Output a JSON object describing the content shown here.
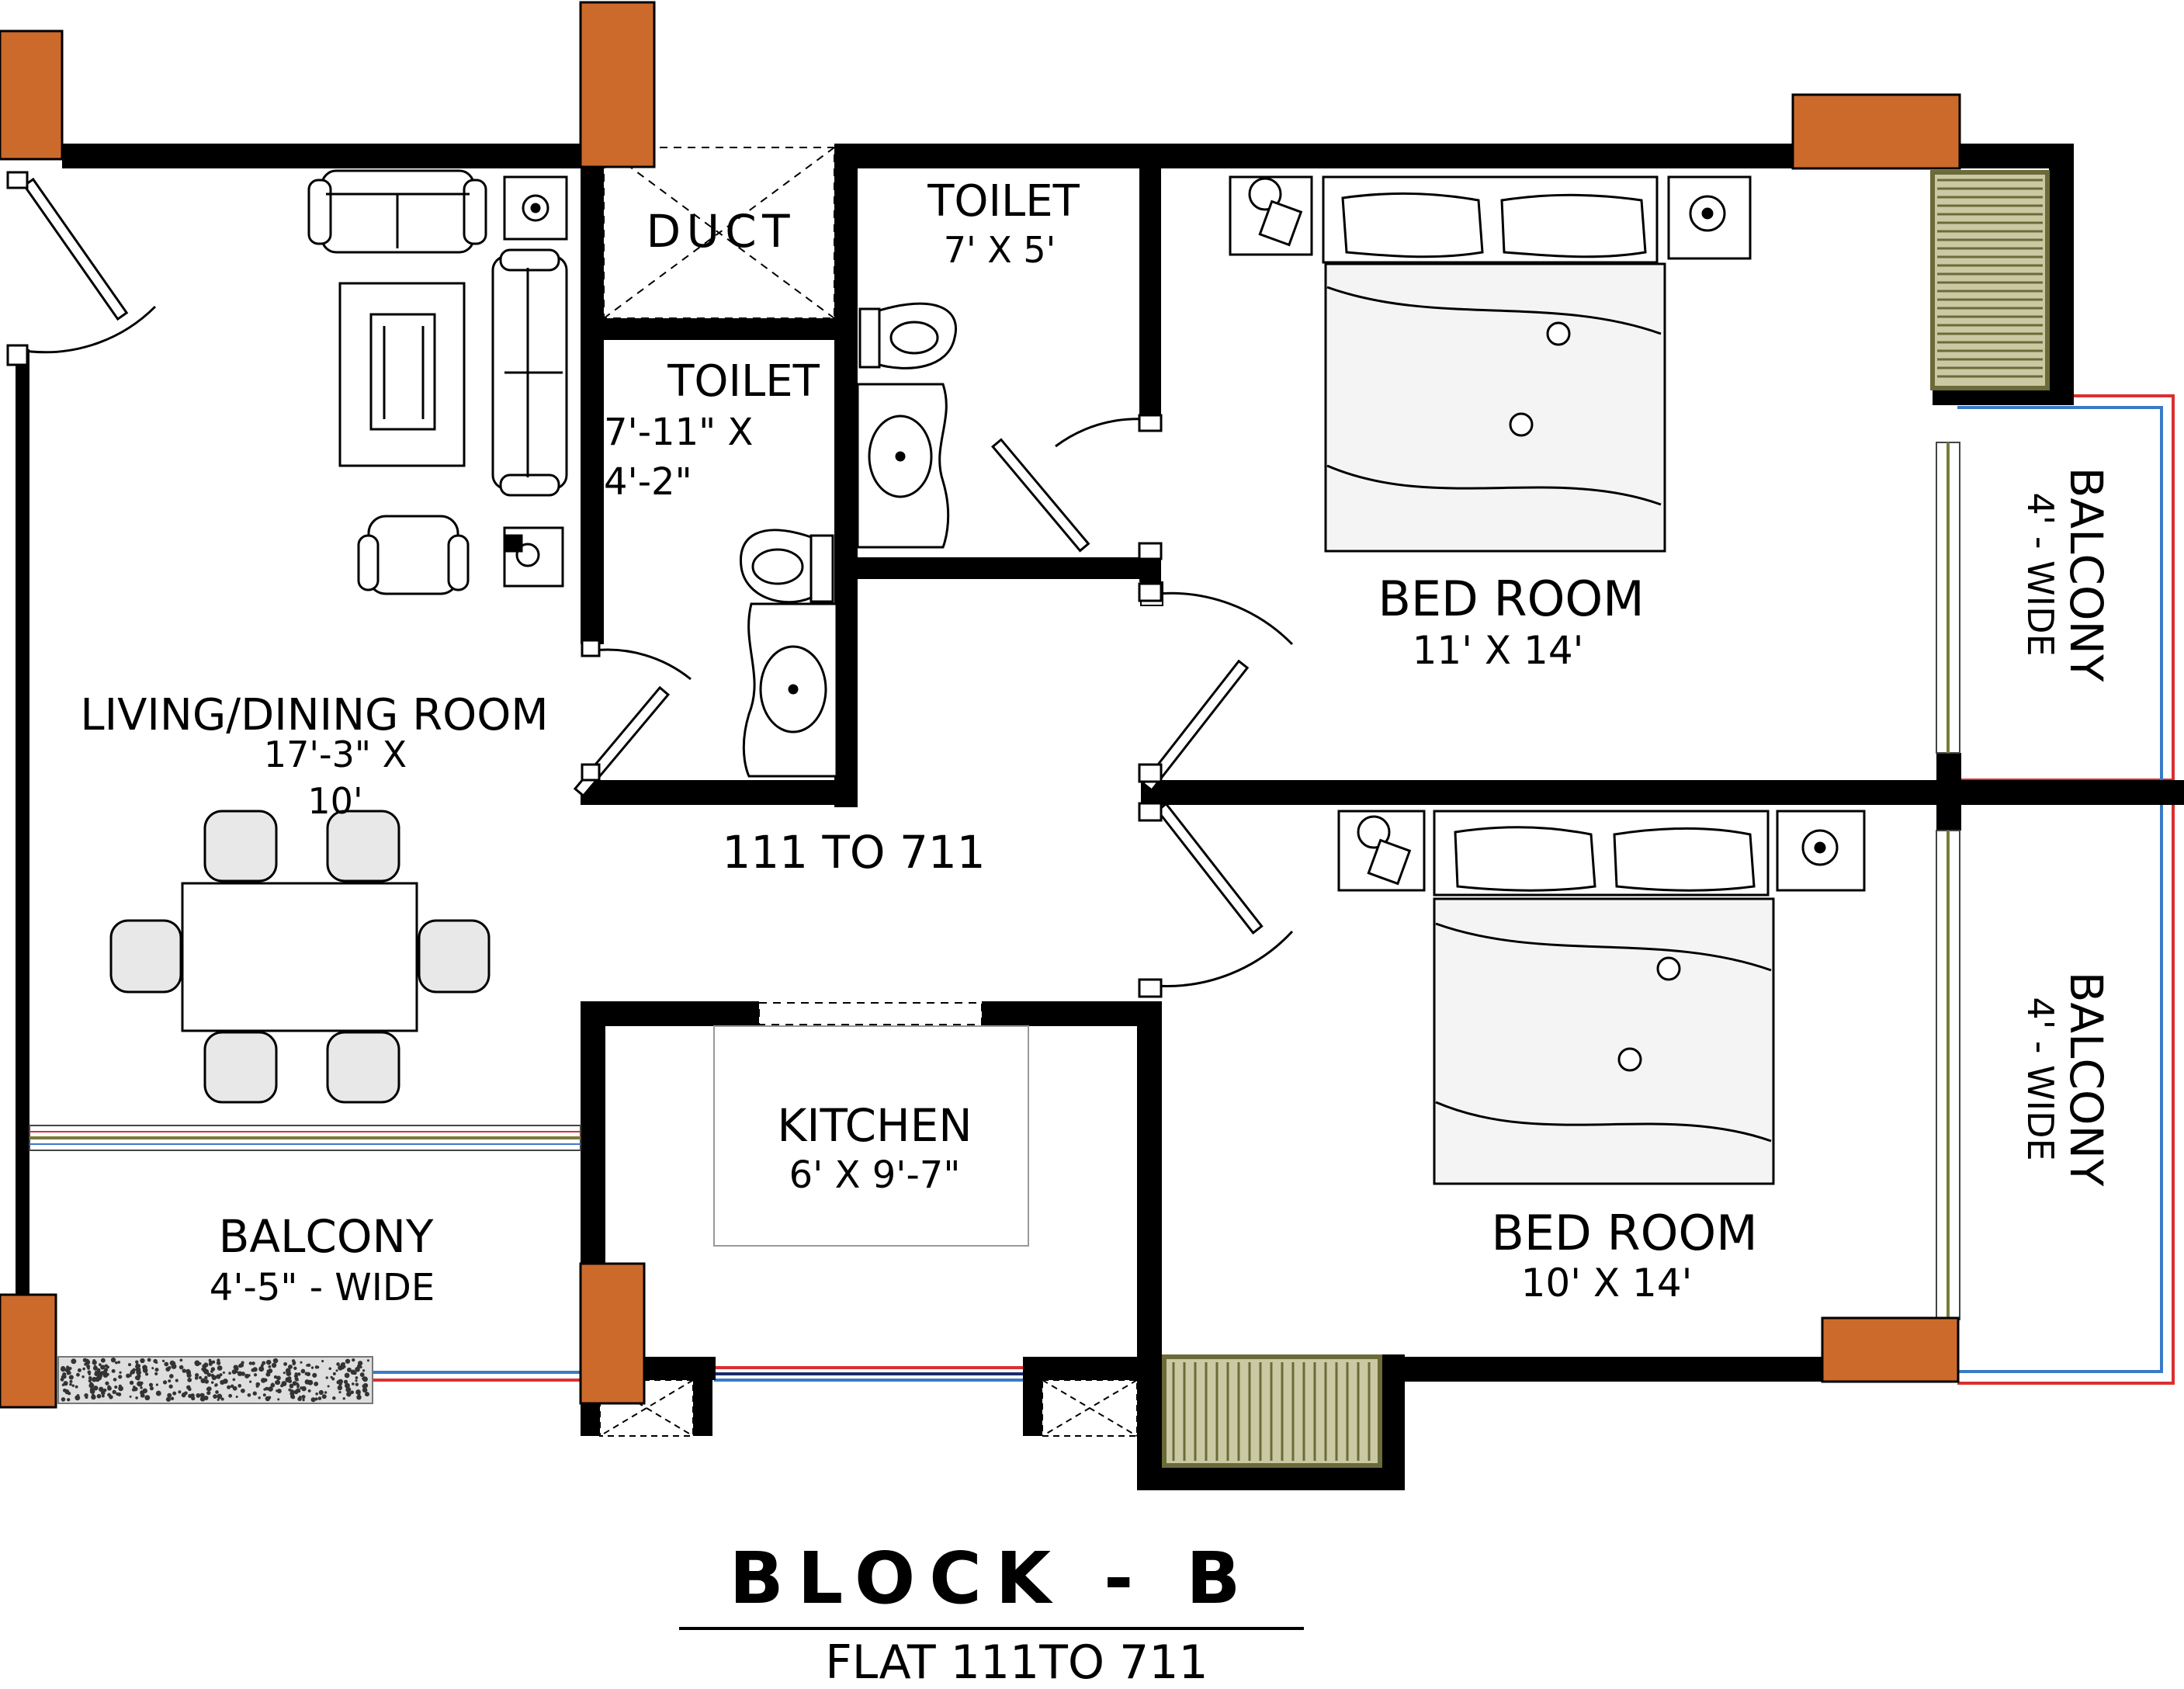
{
  "rooms": {
    "duct": "DUCT",
    "toilet1_name": "TOILET",
    "toilet1_size": "7' X 5'",
    "toilet2_name": "TOILET",
    "toilet2_size_a": "7'-11\" X",
    "toilet2_size_b": "4'-2\"",
    "bed1_name": "BED ROOM",
    "bed1_size": "11' X 14'",
    "bed2_name": "BED ROOM",
    "bed2_size": "10' X 14'",
    "living_name": "LIVING/DINING ROOM",
    "living_size_a": "17'-3\" X",
    "living_size_b": "10'",
    "kitchen_name": "KITCHEN",
    "kitchen_size": "6' X 9'-7\"",
    "balcony_main_name": "BALCONY",
    "balcony_main_size": "4'-5\" - WIDE",
    "balcony_r1_name": "BALCONY",
    "balcony_r1_size": "4' - WIDE",
    "balcony_r2_name": "BALCONY",
    "balcony_r2_size": "4' - WIDE",
    "flat_range": "111 TO 711"
  },
  "title": {
    "block": "BLOCK - B",
    "flat": "FLAT 111TO 711"
  },
  "colors": {
    "wall": "#000000",
    "column": "#cc6a2c",
    "stair": "#c9c9a3",
    "stair_border": "#6b6b3a",
    "gravel": "#dedede",
    "rail_blue": "#3a7ac6",
    "rail_red": "#d93030",
    "furniture": "#000000"
  }
}
